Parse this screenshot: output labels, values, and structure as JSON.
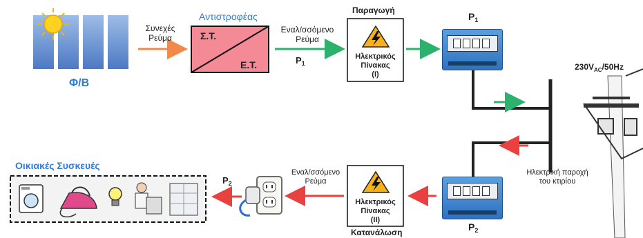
{
  "labels": {
    "pv": "Φ/Β",
    "dc_current": [
      "Συνεχές",
      "Ρεύμα"
    ],
    "inverter_title": "Αντιστροφέας",
    "inverter_dc": "Σ.Τ.",
    "inverter_ac": "Ε.Τ.",
    "ac_current_top": [
      "Εναλ/σσόμενο",
      "Ρεύμα"
    ],
    "p1_mid": "P",
    "production": "Παραγωγή",
    "panel1": [
      "Ηλεκτρικός",
      "Πίνακας",
      "(Ι)"
    ],
    "meter1_label": "P",
    "grid_voltage": "230V",
    "grid_voltage_sub": "AC",
    "grid_freq": "/50Hz",
    "grid_supply": [
      "Ηλεκτρική παροχή",
      "του κτιρίου"
    ],
    "meter2_label": "P",
    "panel2": [
      "Ηλεκτρικός",
      "Πίνακας",
      "(ΙΙ)"
    ],
    "consumption": "Κατανάλωση",
    "ac_current_bottom": [
      "Εναλ/σσόμενο",
      "Ρεύμα"
    ],
    "p2_left": "P",
    "appliances": "Οικιακές Συσκευές",
    "sub1": "1",
    "sub2": "2"
  },
  "colors": {
    "arrow_orange": "#f08a4b",
    "arrow_green": "#2db26e",
    "arrow_red": "#e8413f",
    "inverter_fill": "#f48a96",
    "accent_blue": "#2e7bd6"
  },
  "icons": [
    "sun-icon",
    "solar-panel-icon",
    "warning-icon",
    "meter-icon",
    "utility-pole-icon",
    "socket-icon",
    "plug-icon",
    "washing-machine-icon",
    "iron-icon",
    "lightbulb-icon",
    "person-cooking-icon",
    "appliance-icon"
  ]
}
